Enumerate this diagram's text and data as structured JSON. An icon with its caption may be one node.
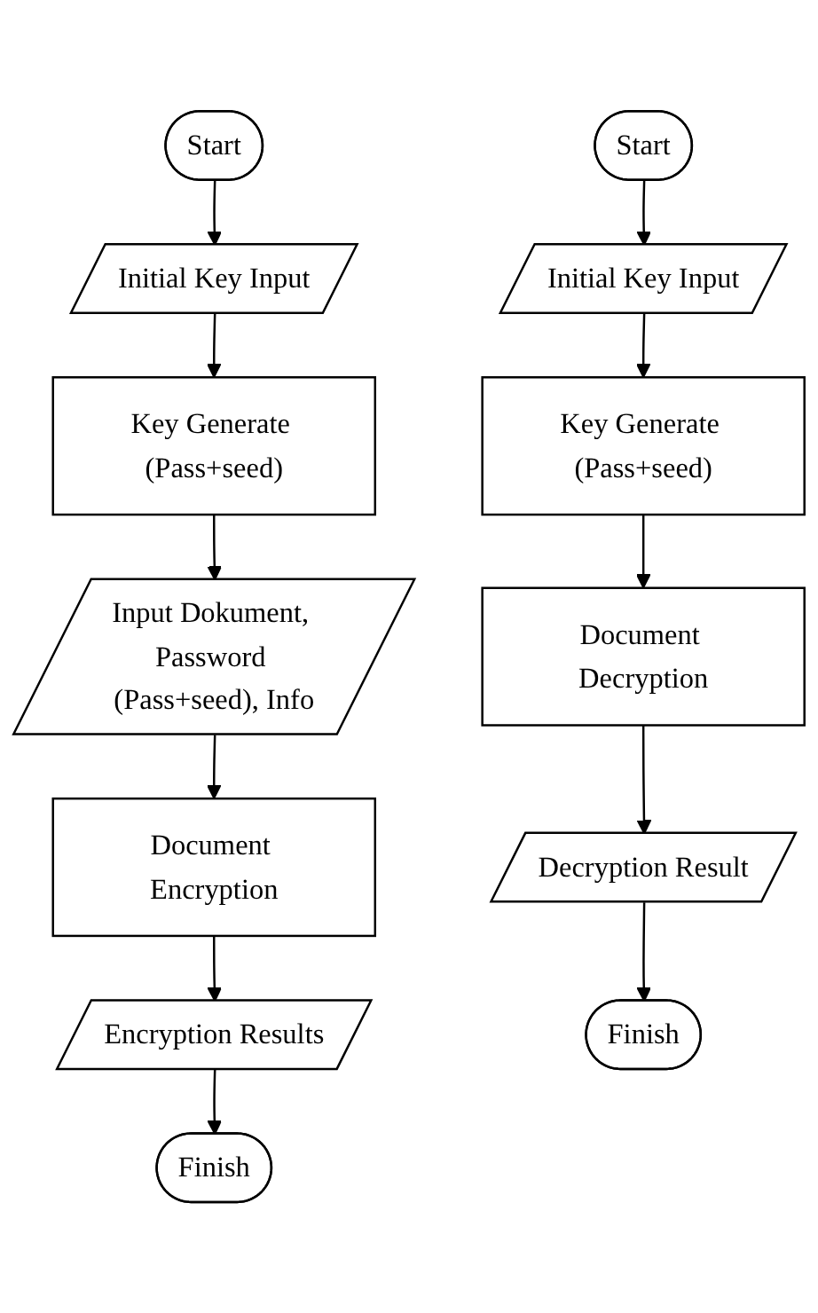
{
  "diagram": {
    "nodes": [
      {
        "text": [
          "Start"
        ]
      },
      {
        "text": [
          "Initial Key Input"
        ]
      },
      {
        "text": [
          "Key Generate (Pass+seed)"
        ]
      },
      {
        "text": [
          "Input Dokument, Password (Pass+seed), Info"
        ]
      },
      {
        "text": [
          "Document Encryption"
        ]
      },
      {
        "text": [
          "Encryption Results"
        ]
      },
      {
        "text": [
          "Finish"
        ]
      },
      {
        "text": [
          "Start"
        ]
      },
      {
        "text": [
          "Initial Key Input"
        ]
      },
      {
        "text": [
          "Key Generate (Pass+seed)"
        ]
      },
      {
        "text": [
          "Document Decryption"
        ]
      },
      {
        "text": [
          "Decryption Result"
        ]
      },
      {
        "text": [
          "Finish"
        ]
      }
    ],
    "edges": [
      {
        "from": 0,
        "to": 1,
        "arrow": "to"
      },
      {
        "from": 1,
        "to": 2,
        "arrow": "to"
      },
      {
        "from": 2,
        "to": 3,
        "arrow": "to"
      },
      {
        "from": 3,
        "to": 4,
        "arrow": "to"
      },
      {
        "from": 4,
        "to": 5,
        "arrow": "to"
      },
      {
        "from": 5,
        "to": 6,
        "arrow": "to"
      },
      {
        "from": 7,
        "to": 8,
        "arrow": "to"
      },
      {
        "from": 8,
        "to": 9,
        "arrow": "to"
      },
      {
        "from": 9,
        "to": 10,
        "arrow": "to"
      },
      {
        "from": 10,
        "to": 11,
        "arrow": "to"
      },
      {
        "from": 11,
        "to": 12,
        "arrow": "to"
      }
    ]
  }
}
